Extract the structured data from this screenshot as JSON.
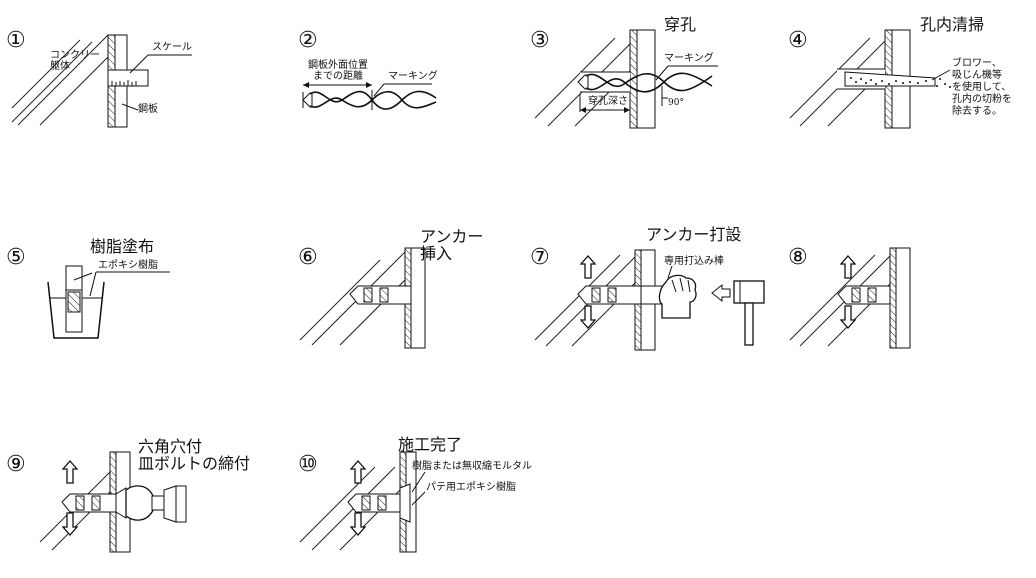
{
  "steps": [
    {
      "num": "①",
      "labels": {
        "concrete": "コンクリー\n躯体",
        "scale": "スケール",
        "steel": "鋼板"
      }
    },
    {
      "num": "②",
      "labels": {
        "distance": "鋼板外面位置\nまでの距離",
        "marking": "マーキング"
      }
    },
    {
      "num": "③",
      "title": "穿孔",
      "labels": {
        "marking": "マーキング",
        "depth": "穿孔深さ",
        "angle": "90°"
      }
    },
    {
      "num": "④",
      "title": "孔内清掃",
      "labels": {
        "note": "ブロワー、\n吸じん機等\nを使用して、\n孔内の切粉を\n除去する。"
      }
    },
    {
      "num": "⑤",
      "title": "樹脂塗布",
      "labels": {
        "epoxy": "エポキシ樹脂"
      }
    },
    {
      "num": "⑥",
      "title": "アンカー\n挿入"
    },
    {
      "num": "⑦",
      "title": "アンカー打設",
      "labels": {
        "rod": "専用打込み棒"
      }
    },
    {
      "num": "⑧"
    },
    {
      "num": "⑨",
      "title": "六角穴付\n皿ボルトの締付"
    },
    {
      "num": "⑩",
      "title": "施工完了",
      "labels": {
        "resin": "樹脂または無収縮モルタル",
        "putty": "パテ用エポキシ樹脂"
      }
    }
  ]
}
